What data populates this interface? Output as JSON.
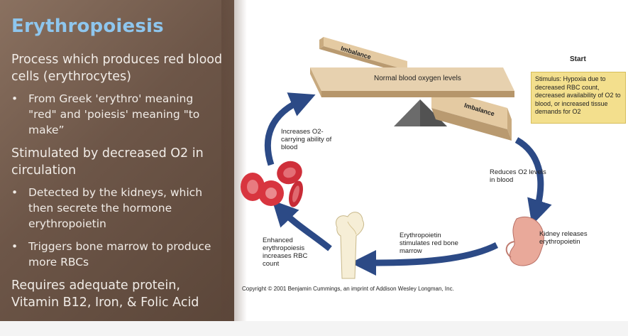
{
  "slide": {
    "title": "Erythropoiesis",
    "point1": "Process which produces red blood cells (erythrocytes)",
    "bullet1": "From Greek 'erythro' meaning \"red\" and 'poiesis' meaning \"to make”",
    "point2": "Stimulated by decreased O2 in circulation",
    "bullet2": "Detected by the kidneys, which then secrete the hormone erythropoietin",
    "bullet3": "Triggers bone marrow to produce more RBCs",
    "point3": "Requires adequate protein, Vitamin B12, Iron, & Folic Acid",
    "bullet_glyph": "•"
  },
  "diagram": {
    "imbalance_top": "Imbalance",
    "imbalance_bottom": "Imbalance",
    "normal": "Normal blood oxygen levels",
    "start": "Start",
    "stimulus": "Stimulus: Hypoxia due to decreased RBC count, decreased availability of  O2 to blood, or increased tissue demands for O2",
    "reduces": "Reduces O2 levels in blood",
    "kidney": "Kidney releases erythropoietin",
    "stimulates": "Erythropoietin stimulates red bone marrow",
    "enhanced": "Enhanced erythropoiesis increases RBC count",
    "increases": "Increases O2- carrying ability of blood",
    "copyright": "Copyright © 2001 Benjamin Cummings, an imprint of Addison Wesley Longman, Inc."
  },
  "colors": {
    "panel_brown": "#6d5648",
    "title_blue": "#8ec6ee",
    "arrow_blue": "#2c4a86",
    "beam_tan": "#e6cfac",
    "stimulus_yellow": "#f3df8d",
    "rbc_red": "#d8353f",
    "kidney_pink": "#e9a99a"
  }
}
